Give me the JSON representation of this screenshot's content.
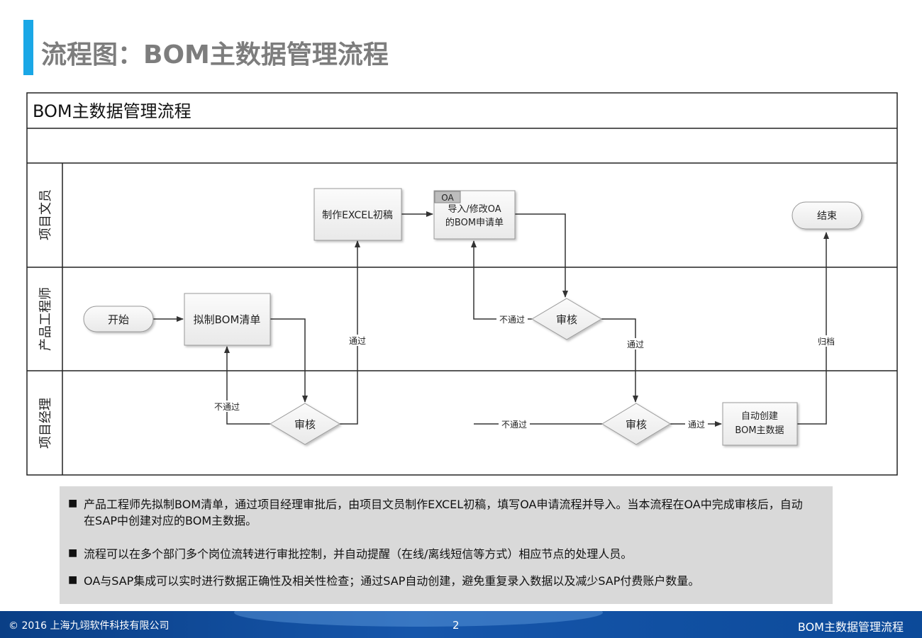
{
  "header": {
    "title": "流程图：BOM主数据管理流程"
  },
  "diagram": {
    "title": "BOM主数据管理流程",
    "lanes": [
      "项目文员",
      "产品工程师",
      "项目经理"
    ],
    "nodes": {
      "start": "开始",
      "draft_bom": "拟制BOM清单",
      "review_pm_1": "审核",
      "excel_draft": "制作EXCEL初稿",
      "oa_tag": "OA",
      "oa_import_line1": "导入/修改OA",
      "oa_import_line2": "的BOM申请单",
      "review_eng": "审核",
      "review_pm_2": "审核",
      "auto_create_line1": "自动创建",
      "auto_create_line2": "BOM主数据",
      "end": "结束"
    },
    "edge_labels": {
      "fail_1": "不通过",
      "pass_1": "通过",
      "fail_2": "不通过",
      "pass_2": "通过",
      "fail_3": "不通过",
      "pass_3": "通过",
      "archive": "归档"
    }
  },
  "notes": [
    "产品工程师先拟制BOM清单，通过项目经理审批后，由项目文员制作EXCEL初稿，填写OA申请流程并导入。当本流程在OA中完成审核后，自动在SAP中创建对应的BOM主数据。",
    "流程可以在多个部门多个岗位流转进行审批控制，并自动提醒（在线/离线短信等方式）相应节点的处理人员。",
    "OA与SAP集成可以实时进行数据正确性及相关性检查；通过SAP自动创建，避免重复录入数据以及减少SAP付费账户数量。"
  ],
  "footer": {
    "copyright": "© 2016 上海九翊软件科技有限公司",
    "page": "2",
    "title": "BOM主数据管理流程"
  },
  "colors": {
    "accent": "#1aa7e6",
    "footer": "#0a3f86",
    "notes_bg": "#d9d9d9"
  }
}
